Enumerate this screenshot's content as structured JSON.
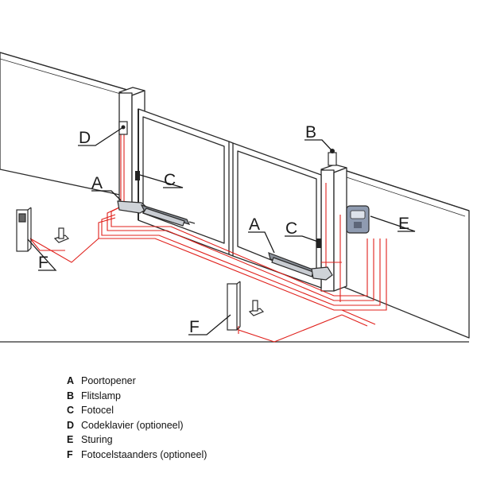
{
  "diagram": {
    "callouts": {
      "A1": "A",
      "A2": "A",
      "B": "B",
      "C1": "C",
      "C2": "C",
      "D": "D",
      "E": "E",
      "F1": "F",
      "F2": "F"
    },
    "colors": {
      "line": "#2b2b2b",
      "wire": "#e0201b",
      "control_box": "#8f9bb0"
    }
  },
  "legend": [
    {
      "key": "A",
      "label": "Poortopener"
    },
    {
      "key": "B",
      "label": "Flitslamp"
    },
    {
      "key": "C",
      "label": "Fotocel"
    },
    {
      "key": "D",
      "label": "Codeklavier (optioneel)"
    },
    {
      "key": "E",
      "label": "Sturing"
    },
    {
      "key": "F",
      "label": "Fotocelstaanders (optioneel)"
    }
  ]
}
